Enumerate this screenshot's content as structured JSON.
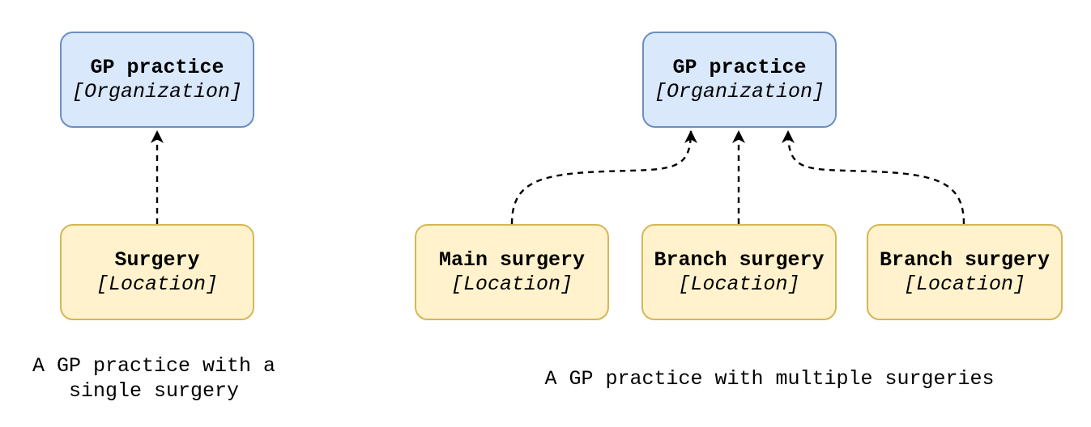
{
  "colors": {
    "organization_fill": "#dae8fc",
    "organization_border": "#6c8ebf",
    "location_fill": "#fff2cc",
    "location_border": "#d6b656",
    "arrow": "#000000",
    "text": "#000000",
    "background": "#ffffff"
  },
  "diagrams": [
    {
      "id": "single-surgery",
      "caption": "A GP practice with a single surgery",
      "nodes": [
        {
          "title": "GP practice",
          "subtitle": "[Organization]"
        },
        {
          "title": "Surgery",
          "subtitle": "[Location]"
        }
      ],
      "edges": [
        {
          "from": "Surgery",
          "to": "GP practice",
          "style": "dashed-arrow"
        }
      ]
    },
    {
      "id": "multiple-surgeries",
      "caption": "A GP practice with multiple surgeries",
      "nodes": [
        {
          "title": "GP practice",
          "subtitle": "[Organization]"
        },
        {
          "title": "Main surgery",
          "subtitle": "[Location]"
        },
        {
          "title": "Branch surgery",
          "subtitle": "[Location]"
        },
        {
          "title": "Branch surgery",
          "subtitle": "[Location]"
        }
      ],
      "edges": [
        {
          "from": "Main surgery",
          "to": "GP practice",
          "style": "dashed-arrow"
        },
        {
          "from": "Branch surgery",
          "to": "GP practice",
          "style": "dashed-arrow"
        },
        {
          "from": "Branch surgery",
          "to": "GP practice",
          "style": "dashed-arrow"
        }
      ]
    }
  ]
}
